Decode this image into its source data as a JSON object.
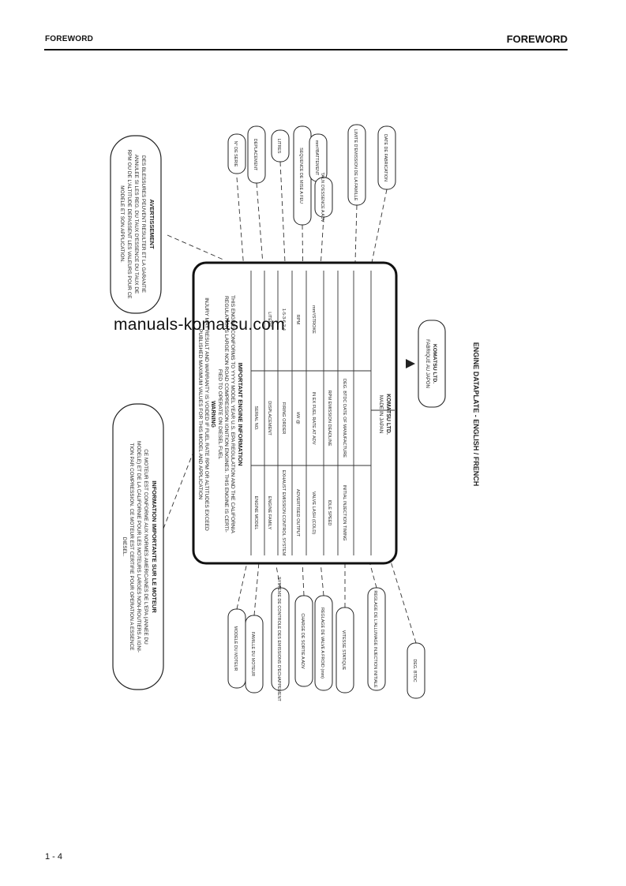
{
  "header": {
    "left": "FOREWORD",
    "right": "FOREWORD"
  },
  "footer": {
    "page_number": "1 - 4"
  },
  "watermark": "manuals-komatsu.com",
  "figure": {
    "caption": "ENGINE DATAPLATE - ENGLISH / FRENCH",
    "plate": {
      "title": "IMPORTANT ENGINE INFORMATION",
      "intro": [
        "THIS ENGINE CONFORMS TO YYYY MODEL YEAR U.S. EPA REGULATION AND THE CALIFORNIA",
        "REGULATIONS LARGE NON ROAD COMPRESSION IGNITION ENGINES. THIS ENGINE IS CERTI-",
        "FIED TO OPERATE ON DIESEL FUEL"
      ],
      "warning_title": "WARNING",
      "warning": [
        "INJURY MAY RESULT AND WARRANTY IS VOIDED IF FUEL RATE RPM OR ALTITUDES EXCEED",
        "PUBLISHED MAXIMUM VALUES FOR THIS MODEL AND APPLICATION"
      ],
      "rows": [
        {
          "label": "ENGINE MODEL",
          "mid": "SERIAL NO.",
          "right": ""
        },
        {
          "label": "ENGINE FAMILY",
          "mid": "DISPLACEMENT",
          "right": "LITERS"
        },
        {
          "label": "EXHAUST EMISSION CONTROL SYSTEM",
          "mid": "FIRING ORDER",
          "right": "1-5-3-6-2-4"
        },
        {
          "label": "ADVERTISED OUTPUT",
          "mid": "kW @",
          "right": "RPM"
        },
        {
          "label": "VALVE LASH (COLD)",
          "mid": "IN  EX  FUEL RATE AT ADV",
          "right": "mm³/STROKE"
        },
        {
          "label": "IDLE SPEED",
          "mid": "RPM  EMISSION DEADLINE",
          "right": ""
        },
        {
          "label": "INITIAL INJECTION TIMING",
          "mid": "DEG. BTDC  DATE OF MANUFACTURE",
          "right": ""
        }
      ],
      "maker": "KOMATSU LTD.",
      "made_in": "MADE IN JAPAN"
    },
    "stamp": {
      "line1": "KOMATSU LTD.",
      "line2": "FABRIQUE AU JAPON"
    },
    "warning_fr": {
      "title": "AVERTISSEMENT",
      "lines": [
        "DES BLESSURES PEUVENT RESULTER ET LA GARANTIE",
        "ANNULEE SI LES REG. DU TAUX D'ESSENCE DU TAUX DE",
        "RPM OU DE L'ALTITUDE DEPASSENT LES VALEURS POUR CE",
        "MODELE ET SON APPLICATION."
      ]
    },
    "info_fr": {
      "title": "INFORMATION IMPORTANTE SUR LE MOTEUR",
      "lines": [
        "CE MOTEUR EST CONFORME AUX NORMES AMERICAINES DE L'EPA (ANNEE DU",
        "MODELE) ET DE LA CALIFORNIE POUR LES MOTEURS LARGES NON-ROUTIERS A IGNI-",
        "TION PAR COMPRESSION. CE MOTEUR EST CERTIFIE POUR OPERATION A ESSENCE",
        "DIESEL."
      ]
    },
    "top_callouts": [
      "N° DE SERIE",
      "DEPLACEMENT",
      "LITRES",
      "SEQUENCE DE MISE A FEU",
      "mm³/BATTEMENT",
      "TAUX D'ESSENCE A ADV",
      "LIMITE D'EMISSION DE LA FAMILLE",
      "DATE DE FABRICATION"
    ],
    "bottom_callouts": [
      "MODELE DU MOTEUR",
      "FAMILLE DU MOTEUR",
      "SYSTEME DE CONTROLE DES EMISSIONS D'ECHAPPEMENT",
      "CHARGE DE SORTIE A ADV",
      "REGLAGE DE VALVE A FROID (mm)",
      "VITESSE STATIQUE",
      "REGLAGE DE L'ALLUMAGE INJECTION INITIALE",
      "DEG. BTDC"
    ]
  }
}
